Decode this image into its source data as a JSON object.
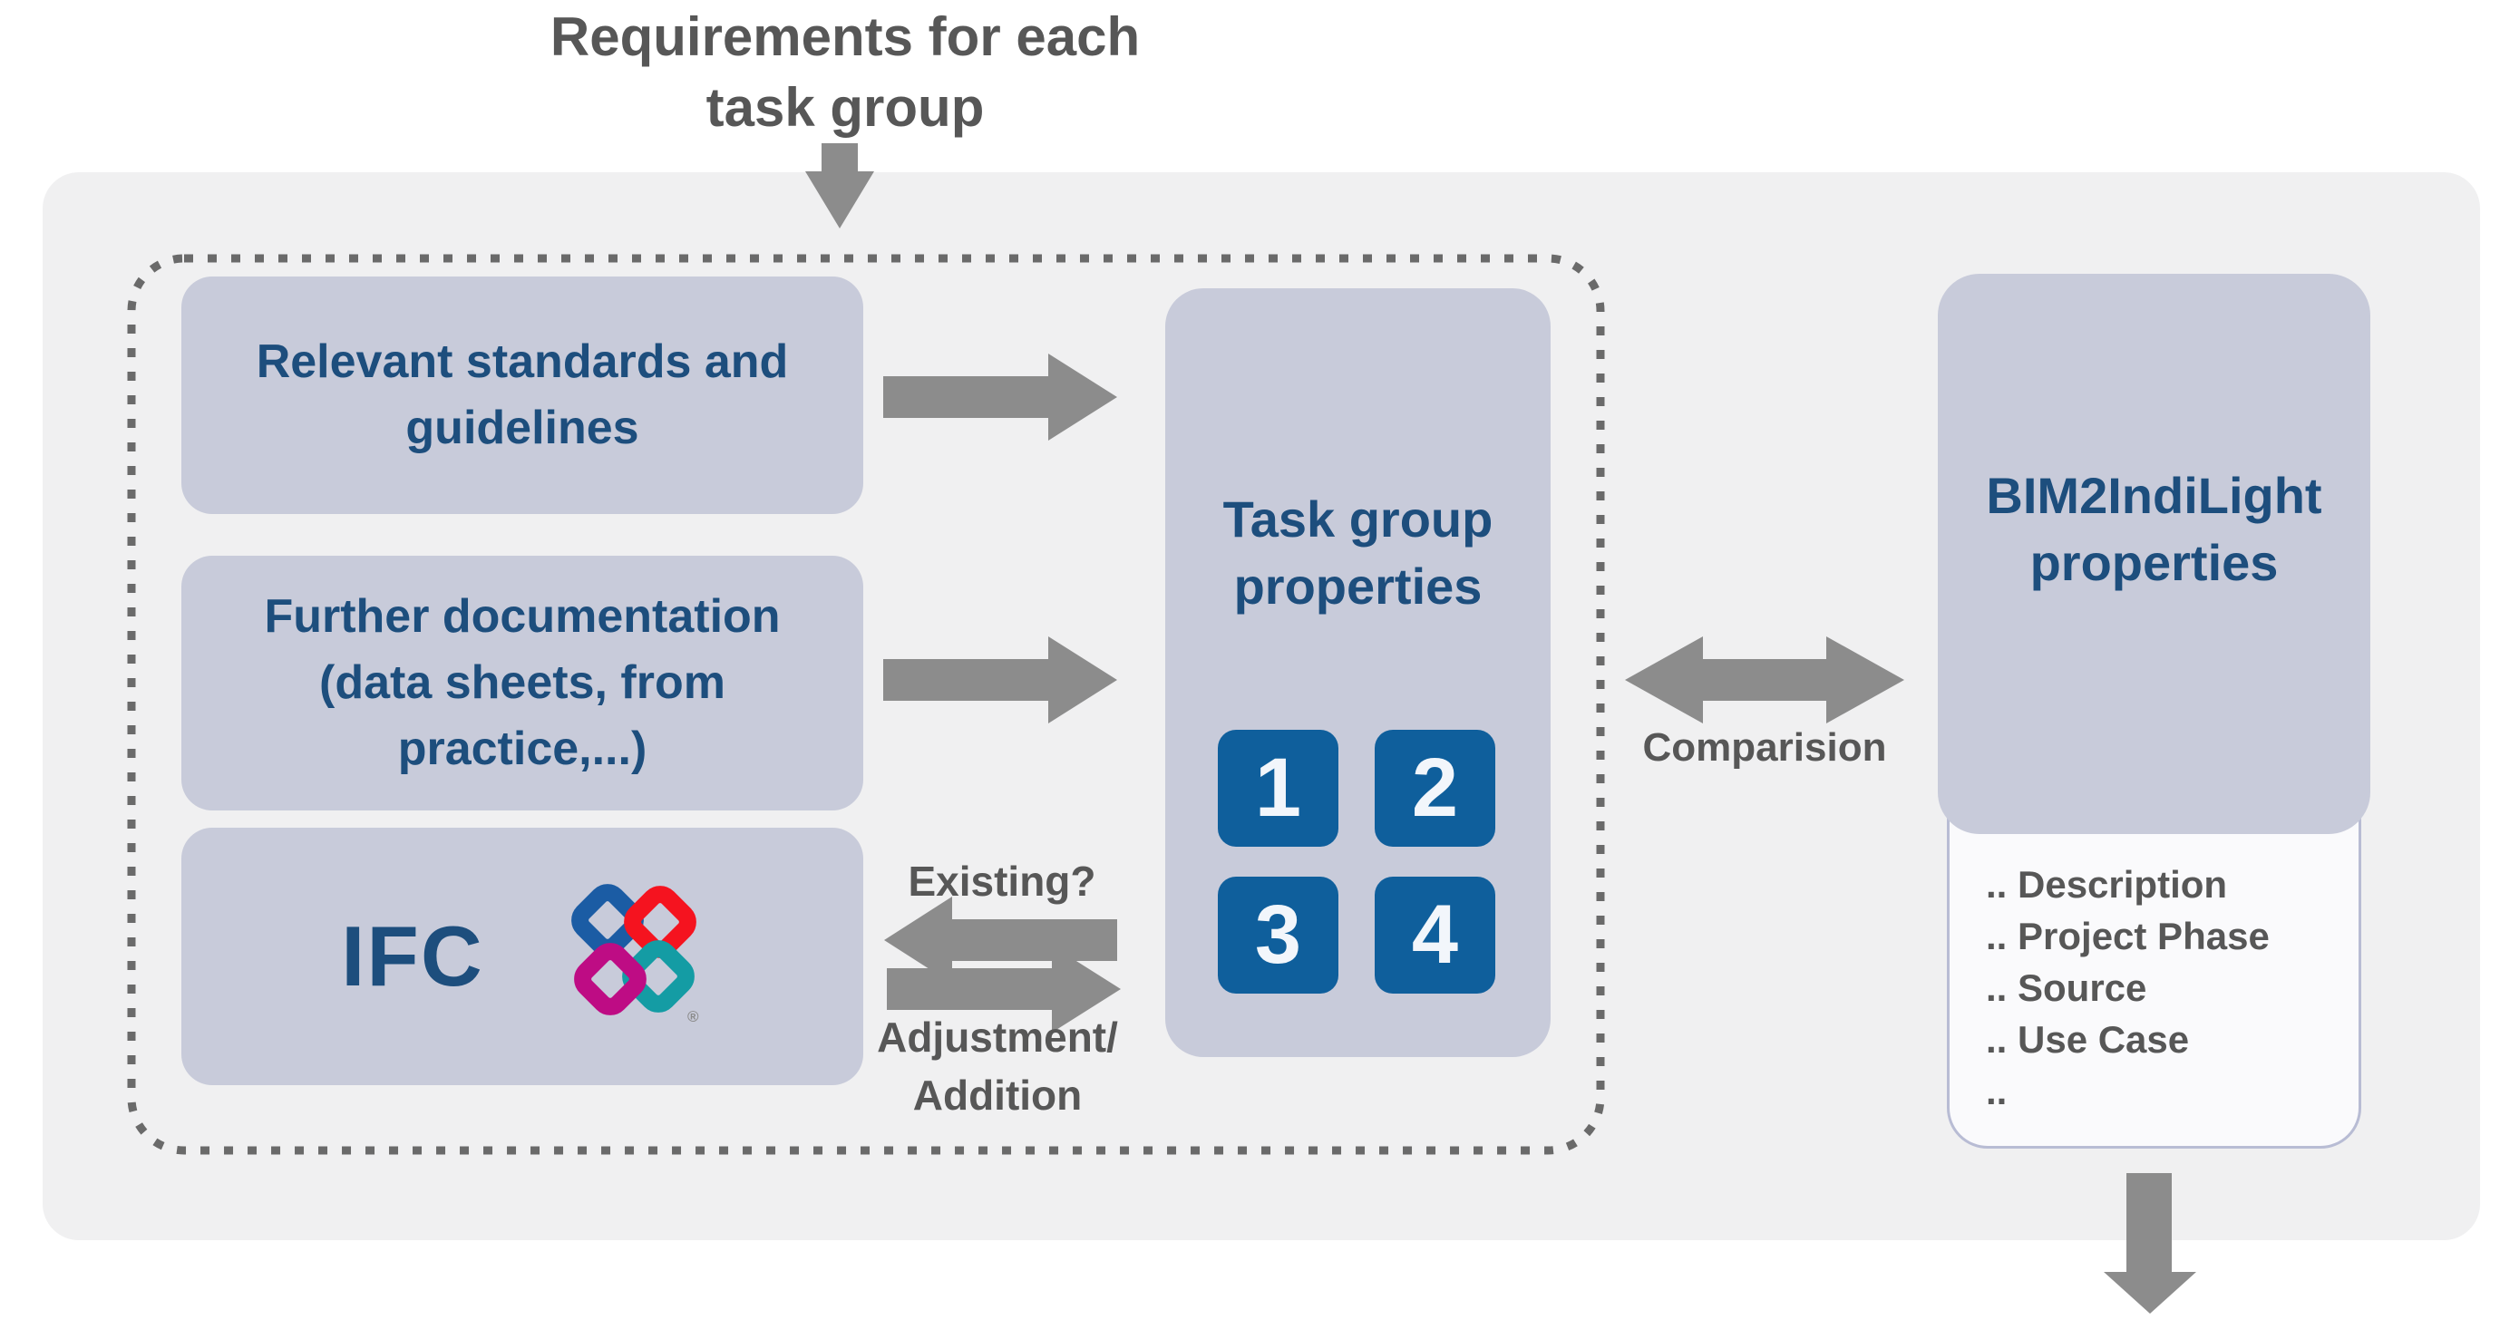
{
  "top_label": {
    "lines": [
      "Requirements for each",
      "task group"
    ]
  },
  "requirements_group": {
    "standards_box": {
      "lines": [
        "Relevant standards and",
        "guidelines"
      ]
    },
    "documentation_box": {
      "lines": [
        "Further documentation",
        "(data sheets, from",
        "practice,...)"
      ]
    },
    "ifc_box": {
      "label": "IFC",
      "logo_icon": "buildingsmart-ifc-logo",
      "registered_mark": "®"
    }
  },
  "task_group_box": {
    "title_lines": [
      "Task group",
      "properties"
    ],
    "numbers": [
      "1",
      "2",
      "3",
      "4"
    ]
  },
  "flow_labels": {
    "existing": "Existing?",
    "adjustment_lines": [
      "Adjustment/",
      "Addition"
    ],
    "comparison": "Comparision"
  },
  "bim_box": {
    "title_lines": [
      "BIM2IndiLight",
      "properties"
    ]
  },
  "properties_list": {
    "items": [
      ".. Description",
      ".. Project Phase",
      ".. Source",
      ".. Use Case",
      ".."
    ]
  },
  "icons": {
    "top_arrow": "block-arrow-down",
    "standards_arrow": "block-arrow-right",
    "documentation_arrow": "block-arrow-right",
    "existing_arrow": "block-arrow-left",
    "adjustment_arrow": "block-arrow-right",
    "comparison_arrow": "block-arrow-double-horizontal",
    "output_arrow": "block-arrow-down",
    "ifc_logo": "four-interlocked-diamond-rings"
  },
  "colors": {
    "panel_bg": "#F0F0F1",
    "box_lavender": "#C8CBDA",
    "navy_text": "#1D4E7D",
    "gray_text": "#575757",
    "arrow_gray": "#8C8C8C",
    "dotted_border": "#6A6A6A",
    "number_square_blue": "#0F5F9C",
    "list_box_bg": "#FAFAFC",
    "list_box_border": "#B8BCD4",
    "logo_blue": "#1B5CA4",
    "logo_red": "#F5131F",
    "logo_magenta": "#BE0C84",
    "logo_teal": "#149CA4"
  }
}
